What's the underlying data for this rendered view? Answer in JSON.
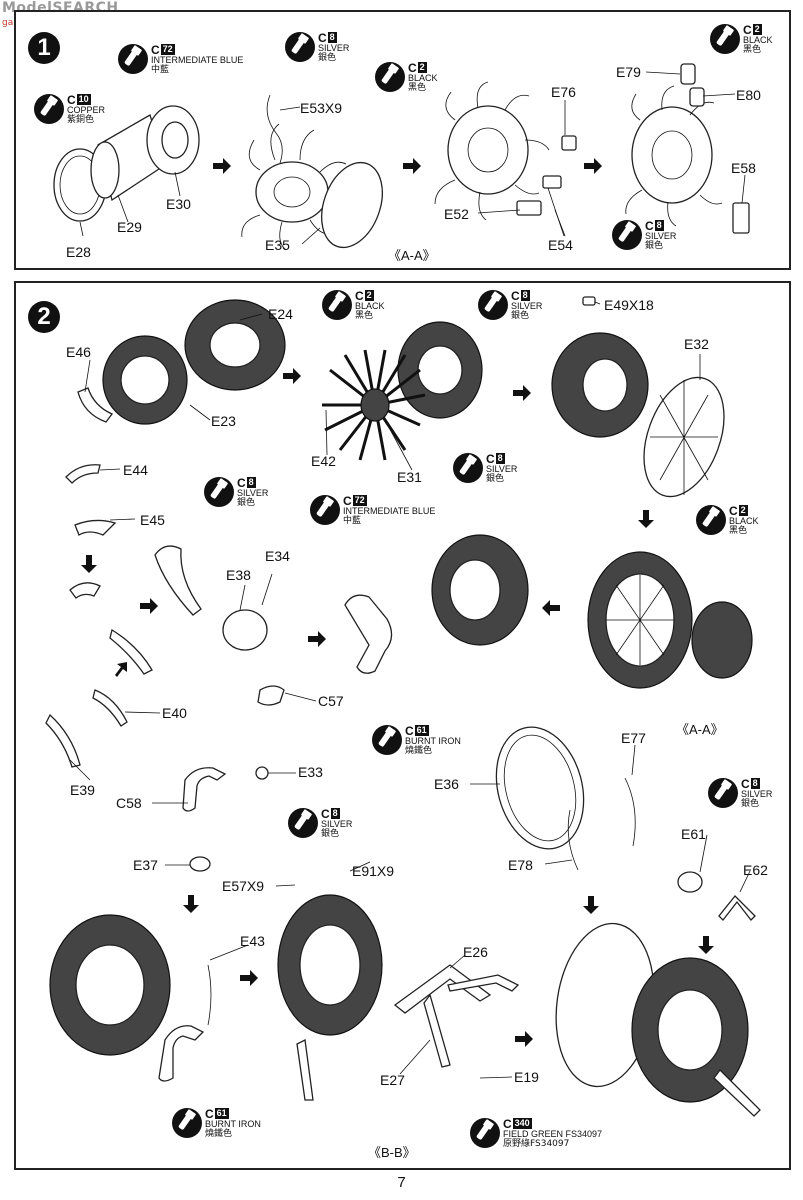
{
  "watermark": {
    "site": "ModelSEARCH",
    "sub": "gan-shou.com"
  },
  "page_number": "7",
  "step1": {
    "number": "1",
    "view": "《A-A》",
    "paints": [
      {
        "code": "C",
        "num": "10",
        "name": "COPPER",
        "zh": "紫銅色"
      },
      {
        "code": "C",
        "num": "72",
        "name": "INTERMEDIATE BLUE",
        "zh": "中藍"
      },
      {
        "code": "C",
        "num": "8",
        "name": "SILVER",
        "zh": "銀色"
      },
      {
        "code": "C",
        "num": "2",
        "name": "BLACK",
        "zh": "黑色"
      },
      {
        "code": "C",
        "num": "8",
        "name": "SILVER",
        "zh": "銀色"
      },
      {
        "code": "C",
        "num": "2",
        "name": "BLACK",
        "zh": "黑色"
      }
    ],
    "labels": [
      "E28",
      "E29",
      "E30",
      "E53X9",
      "E35",
      "E76",
      "E52",
      "E54",
      "E79",
      "E80",
      "E58"
    ]
  },
  "step2": {
    "number": "2",
    "views": [
      "《A-A》",
      "《B-B》"
    ],
    "paints": [
      {
        "code": "C",
        "num": "2",
        "name": "BLACK",
        "zh": "黑色"
      },
      {
        "code": "C",
        "num": "8",
        "name": "SILVER",
        "zh": "銀色"
      },
      {
        "code": "C",
        "num": "8",
        "name": "SILVER",
        "zh": "銀色"
      },
      {
        "code": "C",
        "num": "72",
        "name": "INTERMEDIATE BLUE",
        "zh": "中藍"
      },
      {
        "code": "C",
        "num": "8",
        "name": "SILVER",
        "zh": "銀色"
      },
      {
        "code": "C",
        "num": "2",
        "name": "BLACK",
        "zh": "黑色"
      },
      {
        "code": "C",
        "num": "61",
        "name": "BURNT IRON",
        "zh": "燒鐵色"
      },
      {
        "code": "C",
        "num": "8",
        "name": "SILVER",
        "zh": "銀色"
      },
      {
        "code": "C",
        "num": "8",
        "name": "SILVER",
        "zh": "銀色"
      },
      {
        "code": "C",
        "num": "61",
        "name": "BURNT IRON",
        "zh": "燒鐵色"
      },
      {
        "code": "C",
        "num": "340",
        "name": "FIELD GREEN FS34097",
        "zh": "原野綠FS34097"
      }
    ],
    "labels": [
      "E24",
      "E46",
      "E23",
      "E42",
      "E31",
      "E49X18",
      "E32",
      "E44",
      "E45",
      "E38",
      "E34",
      "C57",
      "E40",
      "E39",
      "E33",
      "C58",
      "E37",
      "E77",
      "E36",
      "E78",
      "E61",
      "E62",
      "E57X9",
      "E91X9",
      "E43",
      "E26",
      "E27",
      "E19"
    ]
  }
}
